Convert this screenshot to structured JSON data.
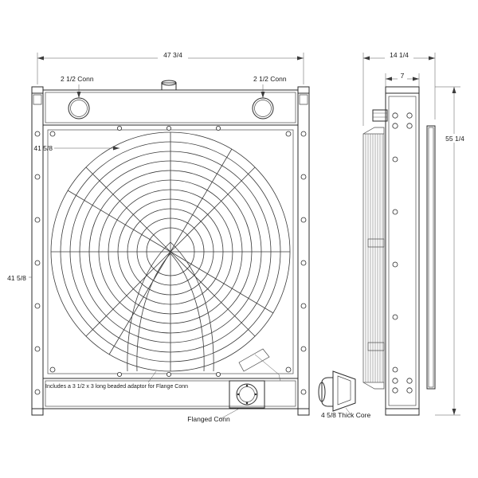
{
  "drawing": {
    "title": "Radiator assembly technical drawing",
    "views": {
      "front": {
        "name": "front-view"
      },
      "side": {
        "name": "side-view"
      }
    },
    "dimensions": {
      "overall_width": "47 3/4",
      "core_width": "41 5/8",
      "core_height": "41 5/8",
      "side_depth": "14 1/4",
      "side_inner": "7",
      "overall_height": "55 1/4"
    },
    "labels": {
      "conn_left": "2 1/2 Conn",
      "conn_right": "2 1/2 Conn",
      "flanged_conn": "Flanged Conn",
      "thick_core": "4 5/8 Thick Core",
      "adaptor_note": "Includes a 3 1/2 x 3 long beaded adaptor for Flange Conn"
    },
    "colors": {
      "line": "#2b2b2b",
      "thin_line": "#4a4a4a",
      "text": "#1a1a1a",
      "background": "#ffffff",
      "dark_fill": "#3c3c3c"
    }
  }
}
